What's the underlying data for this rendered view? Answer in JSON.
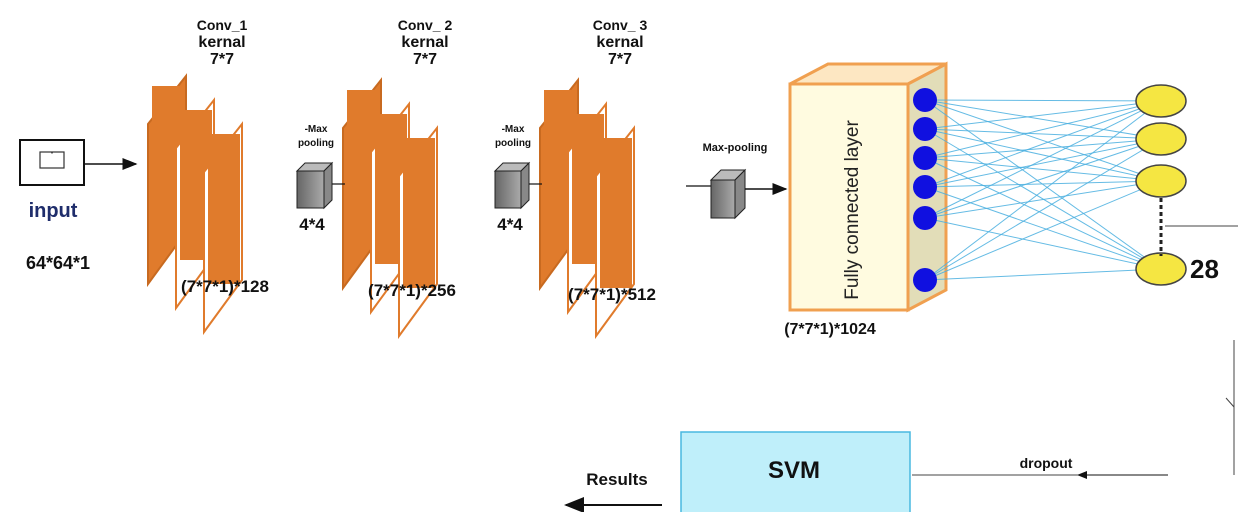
{
  "input": {
    "icon_glyph": "̇",
    "label": "input",
    "size": "64*64*1",
    "label_color": "#1f2d6b"
  },
  "conv_blocks": [
    {
      "name": "Conv_1",
      "kernel_word": "kernal",
      "kernel_size": "7*7",
      "shape": "(7*7*1)*128"
    },
    {
      "name": "Conv_ 2",
      "kernel_word": "kernal",
      "kernel_size": "7*7",
      "shape": "(7*7*1)*256"
    },
    {
      "name": "Conv_ 3",
      "kernel_word": "kernal",
      "kernel_size": "7*7",
      "shape": "(7*7*1)*512"
    }
  ],
  "pools": [
    {
      "label_line1": "-Max",
      "label_line2": "pooling",
      "size": "4*4"
    },
    {
      "label_line1": "-Max",
      "label_line2": "pooling",
      "size": "4*4"
    },
    {
      "label": "Max-pooling"
    }
  ],
  "fc": {
    "label": "Fully connected layer",
    "shape": "(7*7*1)*1024",
    "neuron_color": "#1010e0"
  },
  "output": {
    "count": "28",
    "neuron_color": "#f5e642"
  },
  "dropout": "dropout",
  "svm": {
    "label": "SVM",
    "fill": "#bfeffa"
  },
  "results": "Results",
  "colors": {
    "conv_front": "#e07b2c",
    "conv_side": "#f4b070",
    "fc_border": "#f0a050",
    "edges": "#4bb0e0"
  }
}
